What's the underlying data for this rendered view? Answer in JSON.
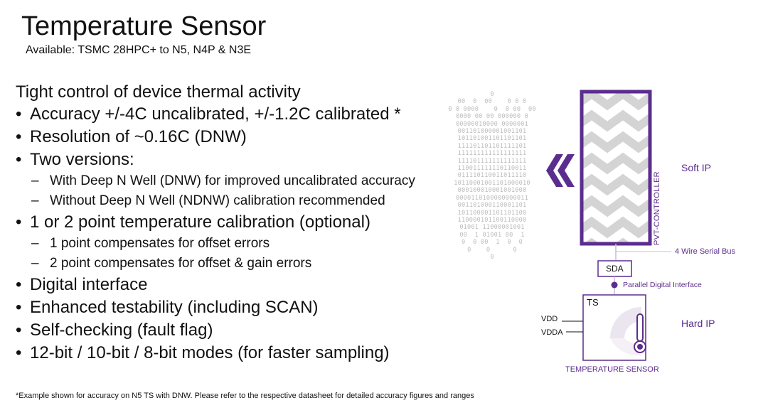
{
  "title": "Temperature Sensor",
  "subtitle": "Available: TSMC 28HPC+ to N5, N4P & N3E",
  "lead": "Tight control of device thermal activity",
  "bullets": [
    {
      "text": "Accuracy +/-4C uncalibrated, +/-1.2C calibrated *"
    },
    {
      "text": "Resolution of ~0.16C (DNW)"
    },
    {
      "text": "Two versions:",
      "subs": [
        "With Deep N Well (DNW) for improved uncalibrated accuracy",
        "Without Deep N Well (NDNW) calibration recommended"
      ]
    },
    {
      "text": "1 or 2 point temperature calibration (optional)",
      "subs": [
        "1 point compensates for offset errors",
        "2 point compensates for offset & gain errors"
      ]
    },
    {
      "text": "Digital interface"
    },
    {
      "text": "Enhanced testability (including SCAN)"
    },
    {
      "text": "Self-checking (fault flag)"
    },
    {
      "text": "12-bit / 10-bit / 8-bit modes (for faster sampling)"
    }
  ],
  "footnote": "*Example shown for accuracy on N5 TS with DNW. Please refer to the respective datasheet for detailed accuracy figures and ranges",
  "binary_rows": [
    "0",
    "00  0  00    0 0 0",
    "0 0 0000    0  0 00  00",
    "0000 00 00 000000 0",
    "00000010000 0000001",
    "001101000001001101",
    "101101001101101101",
    "111101101101111101",
    "111111111111111111",
    "111101111111111111",
    "110011111110110011",
    "011110110011011110",
    "10110001001101000010",
    "000100010001001000",
    "0000110100000000011",
    "001101000110001101",
    "101100001101101100",
    "110000101100110000",
    "01001 11000001001",
    "00  1 01001 00  1",
    "0  0 00  1  0  0",
    "0    0      0",
    "0"
  ],
  "diagram": {
    "controller_label": "PVT-CONTROLLER",
    "soft_ip": "Soft IP",
    "bus_label": "4 Wire Serial Bus",
    "sda_label": "SDA",
    "parallel_label": "Parallel Digital Interface",
    "ts_box_label": "TS",
    "vdd": "VDD",
    "vdda": "VDDA",
    "hard_ip": "Hard IP",
    "sensor_label": "TEMPERATURE SENSOR"
  },
  "colors": {
    "accent": "#5b2d8e",
    "chevron": "#d6d6d6",
    "binary": "#bdbdbd",
    "dial": "#ebe5ef"
  }
}
